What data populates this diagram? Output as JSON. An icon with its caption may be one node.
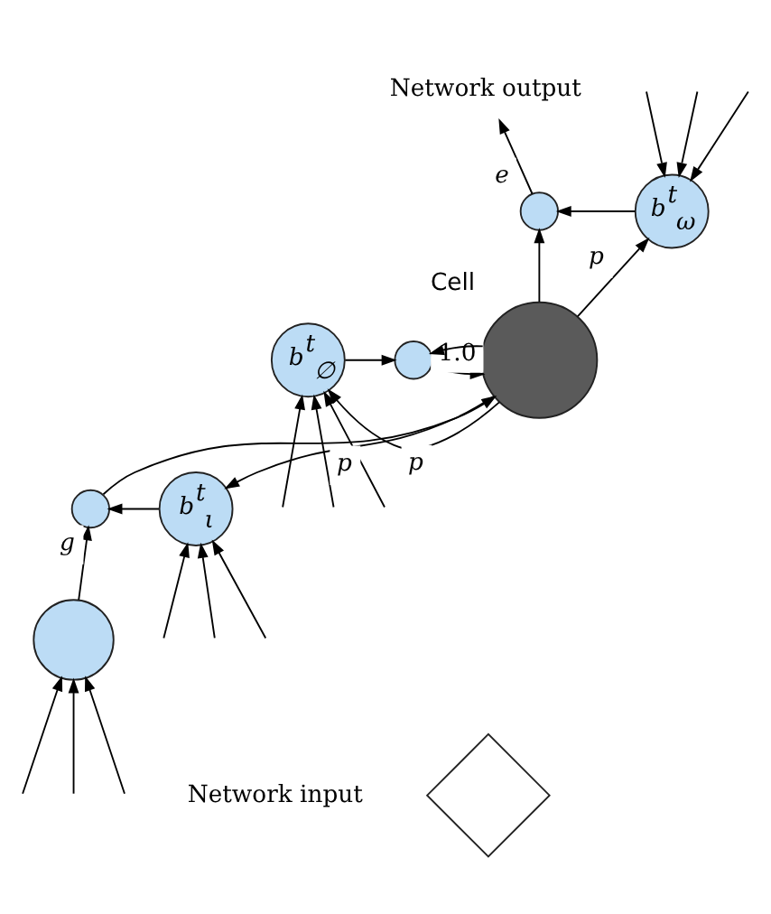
{
  "diagram": {
    "nodes": [
      {
        "text": [
          "Network output"
        ]
      },
      {
        "text": [
          "b$^{t}$$_{ω}$"
        ]
      },
      {
        "text": [],
        "shape": "circle"
      },
      {
        "text": [
          "b$^{t}$$_{∅}$"
        ]
      },
      {
        "text": [],
        "shape": "circle"
      },
      {
        "text": [],
        "shape": "circle",
        "beside": [
          "Cell"
        ]
      },
      {
        "text": [],
        "shape": "circle"
      },
      {
        "text": [
          "b$^{t}$$_{ι}$"
        ]
      },
      {
        "text": [],
        "shape": "circle"
      },
      {
        "text": [
          "Network input"
        ]
      },
      {
        "text": [],
        "shape": "diamond"
      }
    ],
    "edges": [
      {
        "from": 2,
        "to": 0,
        "arrow": "to",
        "label": "e"
      },
      {
        "from": 1,
        "to": 2,
        "arrow": "to"
      },
      {
        "from": 5,
        "to": 2,
        "arrow": "to"
      },
      {
        "from": 5,
        "to": 1,
        "arrow": "to",
        "label": "p"
      },
      {
        "from": 5,
        "to": 3,
        "arrow": "to",
        "label": "p"
      },
      {
        "from": 3,
        "to": 4,
        "arrow": "to"
      },
      {
        "from": 5,
        "to": 4,
        "arrow": "to"
      },
      {
        "from": 4,
        "to": 5,
        "arrow": "to",
        "label": "1.0"
      },
      {
        "from": 5,
        "to": 7,
        "arrow": "to",
        "label": "p"
      },
      {
        "from": 7,
        "to": 6,
        "arrow": "to"
      },
      {
        "from": 6,
        "to": 5,
        "arrow": "to"
      },
      {
        "from": 8,
        "to": 6,
        "arrow": "to",
        "label": "g"
      },
      {
        "from": null,
        "to": 1,
        "arrow": "to"
      },
      {
        "from": null,
        "to": 1,
        "arrow": "to"
      },
      {
        "from": null,
        "to": 1,
        "arrow": "to"
      },
      {
        "from": null,
        "to": 3,
        "arrow": "to"
      },
      {
        "from": null,
        "to": 3,
        "arrow": "to"
      },
      {
        "from": null,
        "to": 3,
        "arrow": "to"
      },
      {
        "from": null,
        "to": 7,
        "arrow": "to"
      },
      {
        "from": null,
        "to": 7,
        "arrow": "to"
      },
      {
        "from": null,
        "to": 7,
        "arrow": "to"
      },
      {
        "from": null,
        "to": 8,
        "arrow": "to"
      },
      {
        "from": null,
        "to": 8,
        "arrow": "to"
      },
      {
        "from": null,
        "to": 8,
        "arrow": "to"
      }
    ]
  }
}
